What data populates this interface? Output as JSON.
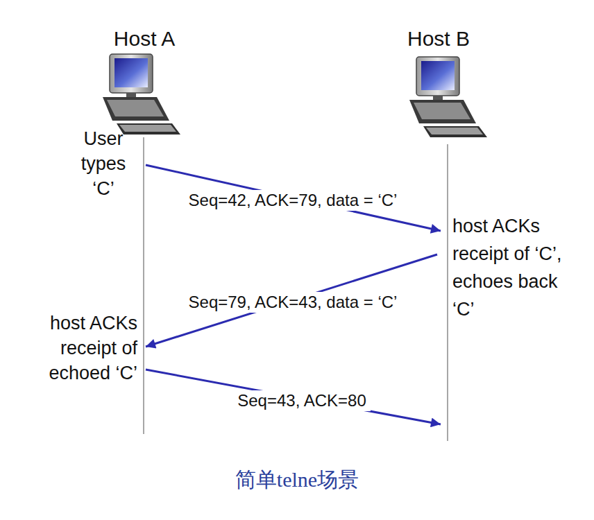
{
  "diagram": {
    "caption": "简单telne场景",
    "labels": [
      "Host A",
      "Host B",
      "User types ‘C’",
      "Seq=42, ACK=79, data = ‘C’",
      "host ACKs receipt of ‘C’, echoes back ‘C’",
      "Seq=79, ACK=43, data = ‘C’",
      "host ACKs receipt of echoed ‘C’",
      "Seq=43, ACK=80"
    ]
  }
}
